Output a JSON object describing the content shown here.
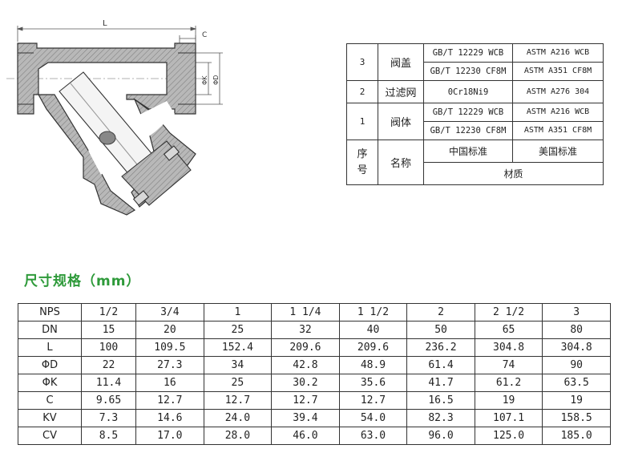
{
  "drawing": {
    "dim_L": "L",
    "dim_C": "C",
    "dim_K": "ΦK",
    "dim_D": "ΦD"
  },
  "materials": {
    "rows": [
      {
        "no": "3",
        "name": "阀盖",
        "cn_std": [
          "GB/T 12229 WCB",
          "GB/T 12230 CF8M"
        ],
        "us_std": [
          "ASTM A216 WCB",
          "ASTM A351 CF8M"
        ]
      },
      {
        "no": "2",
        "name": "过滤网",
        "cn_std": [
          "0Cr18Ni9"
        ],
        "us_std": [
          "ASTM A276 304"
        ]
      },
      {
        "no": "1",
        "name": "阀体",
        "cn_std": [
          "GB/T 12229 WCB",
          "GB/T 12230 CF8M"
        ],
        "us_std": [
          "ASTM A216 WCB",
          "ASTM A351 CF8M"
        ]
      }
    ],
    "header": {
      "no_label": [
        "序",
        "号"
      ],
      "name_label": "名称",
      "cn_std_label": "中国标准",
      "us_std_label": "美国标准",
      "material_label": "材质"
    }
  },
  "dimensions": {
    "title": "尺寸规格（mm）",
    "rows": [
      {
        "label": "NPS",
        "values": [
          "1/2",
          "3/4",
          "1",
          "1 1/4",
          "1 1/2",
          "2",
          "2 1/2",
          "3"
        ]
      },
      {
        "label": "DN",
        "values": [
          "15",
          "20",
          "25",
          "32",
          "40",
          "50",
          "65",
          "80"
        ]
      },
      {
        "label": "L",
        "values": [
          "100",
          "109.5",
          "152.4",
          "209.6",
          "209.6",
          "236.2",
          "304.8",
          "304.8"
        ]
      },
      {
        "label": "ΦD",
        "values": [
          "22",
          "27.3",
          "34",
          "42.8",
          "48.9",
          "61.4",
          "74",
          "90"
        ]
      },
      {
        "label": "ΦK",
        "values": [
          "11.4",
          "16",
          "25",
          "30.2",
          "35.6",
          "41.7",
          "61.2",
          "63.5"
        ]
      },
      {
        "label": "C",
        "values": [
          "9.65",
          "12.7",
          "12.7",
          "12.7",
          "12.7",
          "16.5",
          "19",
          "19"
        ]
      },
      {
        "label": "KV",
        "values": [
          "7.3",
          "14.6",
          "24.0",
          "39.4",
          "54.0",
          "82.3",
          "107.1",
          "158.5"
        ]
      },
      {
        "label": "CV",
        "values": [
          "8.5",
          "17.0",
          "28.0",
          "46.0",
          "63.0",
          "96.0",
          "125.0",
          "185.0"
        ]
      }
    ]
  }
}
